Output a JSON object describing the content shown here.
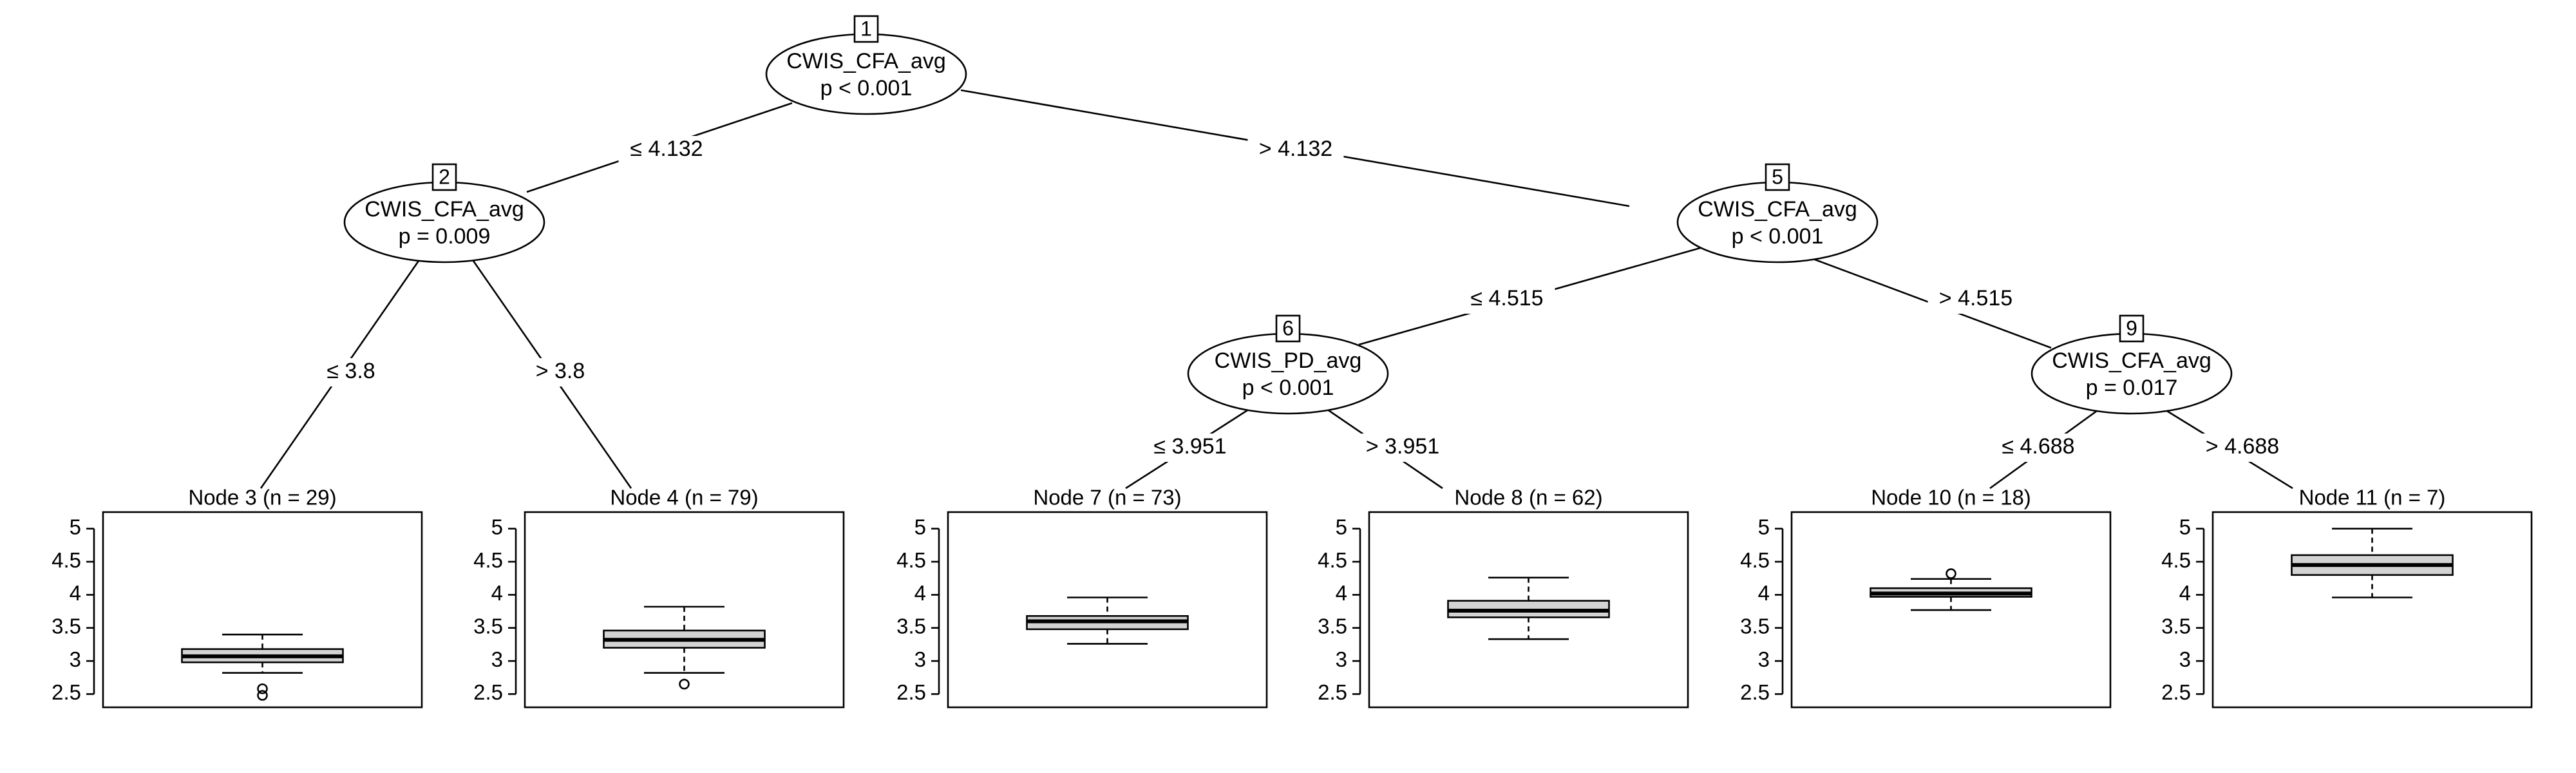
{
  "inner_nodes": [
    {
      "id": "1",
      "variable": "CWIS_CFA_avg",
      "pvalue": "p < 0.001"
    },
    {
      "id": "2",
      "variable": "CWIS_CFA_avg",
      "pvalue": "p = 0.009"
    },
    {
      "id": "5",
      "variable": "CWIS_CFA_avg",
      "pvalue": "p < 0.001"
    },
    {
      "id": "6",
      "variable": "CWIS_PD_avg",
      "pvalue": "p < 0.001"
    },
    {
      "id": "9",
      "variable": "CWIS_CFA_avg",
      "pvalue": "p = 0.017"
    }
  ],
  "edges": [
    {
      "from": "1",
      "to": "2",
      "label": "≤ 4.132"
    },
    {
      "from": "1",
      "to": "5",
      "label": "> 4.132"
    },
    {
      "from": "2",
      "to": "3",
      "label": "≤ 3.8"
    },
    {
      "from": "2",
      "to": "4",
      "label": "> 3.8"
    },
    {
      "from": "5",
      "to": "6",
      "label": "≤ 4.515"
    },
    {
      "from": "5",
      "to": "9",
      "label": "> 4.515"
    },
    {
      "from": "6",
      "to": "7",
      "label": "≤ 3.951"
    },
    {
      "from": "6",
      "to": "8",
      "label": "> 3.951"
    },
    {
      "from": "9",
      "to": "10",
      "label": "≤ 4.688"
    },
    {
      "from": "9",
      "to": "11",
      "label": "> 4.688"
    }
  ],
  "terminal_nodes": [
    {
      "id": "3",
      "title": "Node 3 (n = 29)",
      "q1": 2.98,
      "median": 3.07,
      "q3": 3.18,
      "whisker_low": 2.82,
      "whisker_high": 3.4,
      "outliers": [
        2.58,
        2.48
      ]
    },
    {
      "id": "4",
      "title": "Node 4 (n = 79)",
      "q1": 3.2,
      "median": 3.32,
      "q3": 3.46,
      "whisker_low": 2.82,
      "whisker_high": 3.82,
      "outliers": [
        2.65
      ]
    },
    {
      "id": "7",
      "title": "Node 7 (n = 73)",
      "q1": 3.48,
      "median": 3.6,
      "q3": 3.68,
      "whisker_low": 3.26,
      "whisker_high": 3.96,
      "outliers": []
    },
    {
      "id": "8",
      "title": "Node 8 (n = 62)",
      "q1": 3.66,
      "median": 3.76,
      "q3": 3.91,
      "whisker_low": 3.33,
      "whisker_high": 4.26,
      "outliers": []
    },
    {
      "id": "10",
      "title": "Node 10 (n = 18)",
      "q1": 3.97,
      "median": 4.02,
      "q3": 4.1,
      "whisker_low": 3.77,
      "whisker_high": 4.24,
      "outliers": [
        4.32
      ]
    },
    {
      "id": "11",
      "title": "Node 11 (n = 7)",
      "q1": 4.3,
      "median": 4.45,
      "q3": 4.6,
      "whisker_low": 3.96,
      "whisker_high": 5.0,
      "outliers": []
    }
  ],
  "y_axis": {
    "min": 2.3,
    "max": 5.25,
    "ticks": [
      2.5,
      3,
      3.5,
      4,
      4.5,
      5
    ],
    "tick_labels": [
      "2.5",
      "3",
      "3.5",
      "4",
      "4.5",
      "5"
    ]
  }
}
